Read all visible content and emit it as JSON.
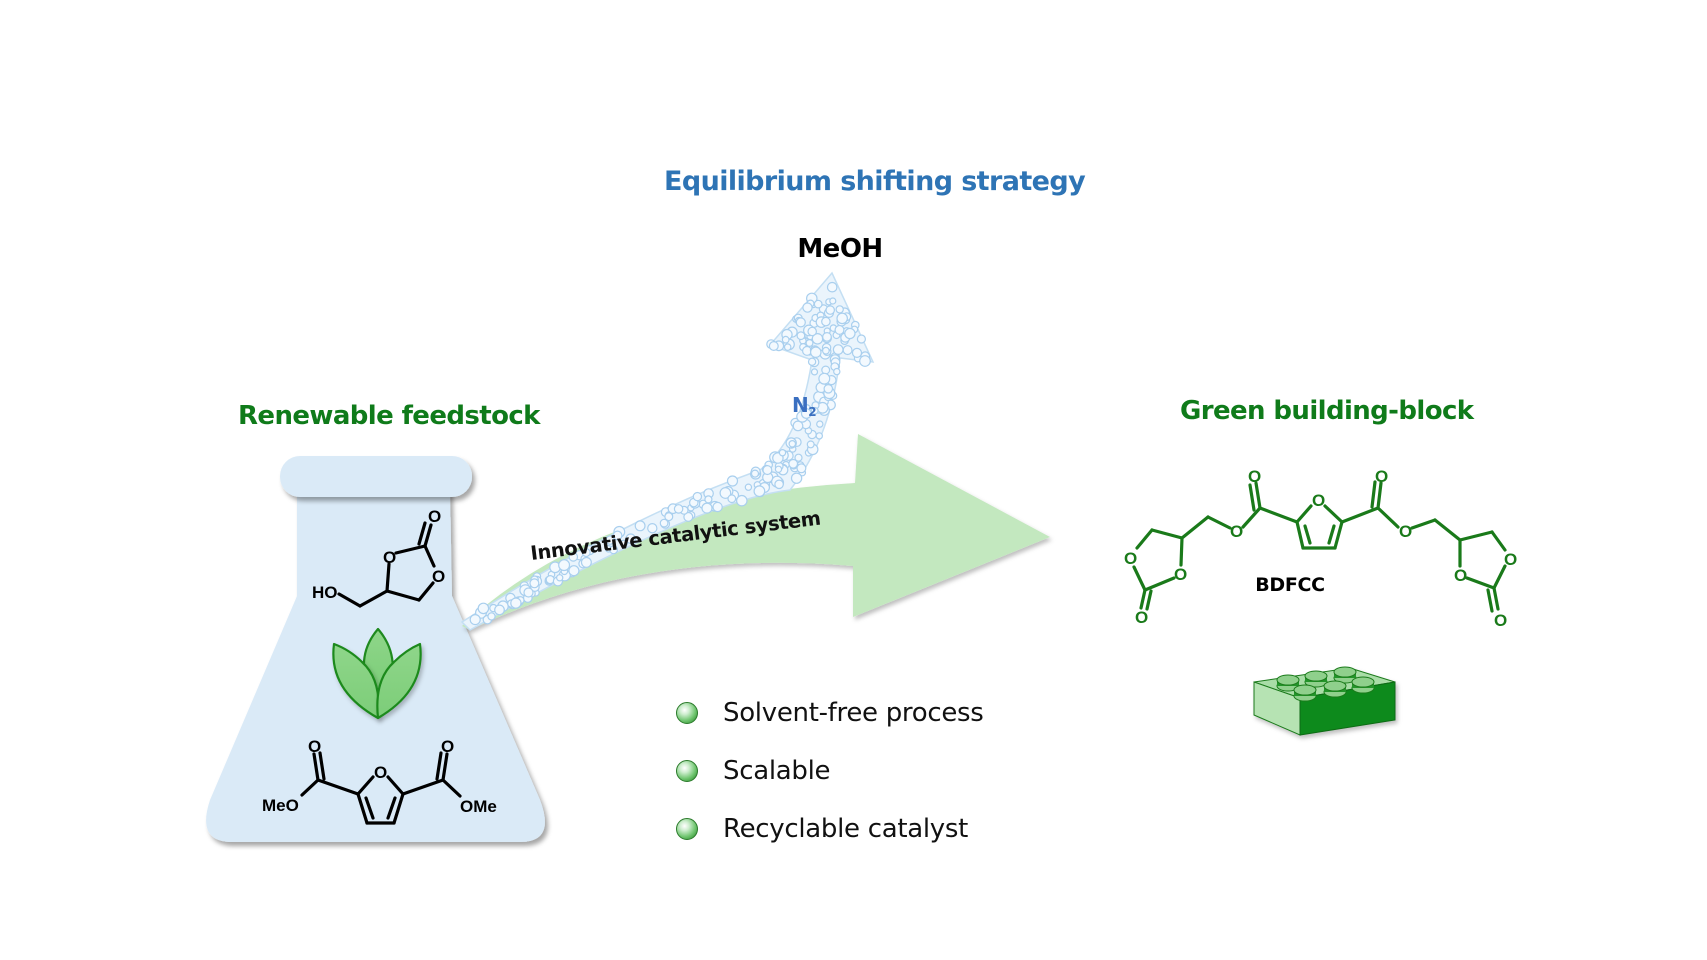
{
  "colors": {
    "title_blue": "#2E74B5",
    "label_green": "#0F7B1A",
    "molecule_green": "#1A7A1A",
    "flask_fill": "#DAEAF7",
    "arrow_green": "#C3E8BF",
    "bubble_stroke": "#A9CFEE",
    "n2_blue": "#3A6FC0"
  },
  "header": {
    "title": "Equilibrium shifting strategy",
    "byproduct": "MeOH"
  },
  "feedstock": {
    "label": "Renewable feedstock",
    "flask_icon": "erlenmeyer-flask-icon",
    "leaf_icon": "leaf-icon",
    "molecule_top": {
      "name": "glycerol carbonate",
      "atoms": {
        "ho": "HO",
        "o": "O"
      }
    },
    "molecule_bottom": {
      "name": "dimethyl furan-2,5-dicarboxylate",
      "atoms": {
        "meo": "MeO",
        "ome": "OMe",
        "o": "O"
      }
    }
  },
  "process": {
    "gas_arrow_label_main": "N",
    "gas_arrow_label_sub": "2",
    "main_arrow_label": "Innovative catalytic system",
    "features": [
      {
        "label": "Solvent-free process"
      },
      {
        "label": "Scalable"
      },
      {
        "label": "Recyclable catalyst"
      }
    ]
  },
  "product": {
    "label": "Green building-block",
    "molecule_name": "BDFCC",
    "atom_o": "O",
    "block_icon": "building-block-brick-icon"
  }
}
